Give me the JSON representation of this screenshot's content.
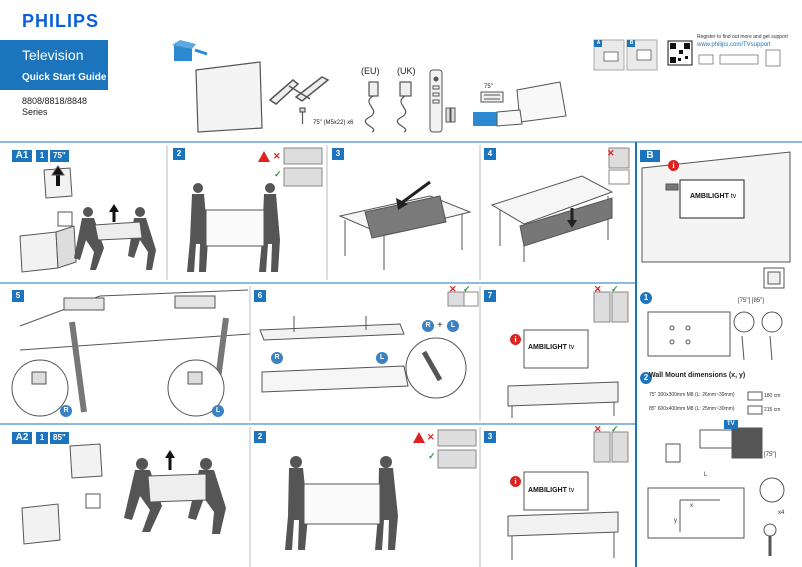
{
  "brand": {
    "logo": "PHILIPS",
    "title": "Television",
    "subtitle": "Quick Start Guide",
    "models": "8808/8818/8848",
    "series": "Series"
  },
  "accessories": {
    "eu_label": "(EU)",
    "uk_label": "(UK)",
    "screws_label": "75\" (M5x22) x6",
    "size_label": "75\""
  },
  "register": {
    "text": "Register to find out more and get support",
    "url": "www.philips.com/TVsupport",
    "tab_a": "A",
    "tab_b": "B"
  },
  "sections": {
    "a1": {
      "label": "A1",
      "step": "1",
      "size": "75\""
    },
    "a2": {
      "label": "A2",
      "step": "1",
      "size": "85\""
    },
    "b": {
      "label": "B"
    }
  },
  "steps": {
    "s2": "2",
    "s3": "3",
    "s4": "4",
    "s5": "5",
    "s6": "6",
    "s7": "7",
    "a2s2": "2",
    "a2s3": "3"
  },
  "ambilight": {
    "brand": "AMBILIGHT",
    "suffix": " tv"
  },
  "markers": {
    "r": "R",
    "l": "L",
    "plus": "+"
  },
  "wall_mount": {
    "step1": "1",
    "step2": "2",
    "sizes": "[75\"] [85\"]",
    "title": "Wall Mount dimensions (x, y)",
    "line_75": "75\"   300x300mm M8 (L: 26mm~39mm)",
    "dist_75": "180 cm",
    "line_85": "85\"   600x400mm M8 (L: 25mm~30mm)",
    "dist_85": "215 cm",
    "tv_tag": "TV",
    "size_tag": "[75\"]",
    "x_label": "x",
    "y_label": "y",
    "l_label": "L",
    "x4_label": "x4"
  },
  "colors": {
    "accent": "#1c75bc",
    "warning": "#dd2222",
    "ok": "#2a9a3a",
    "figure": "#555555"
  }
}
